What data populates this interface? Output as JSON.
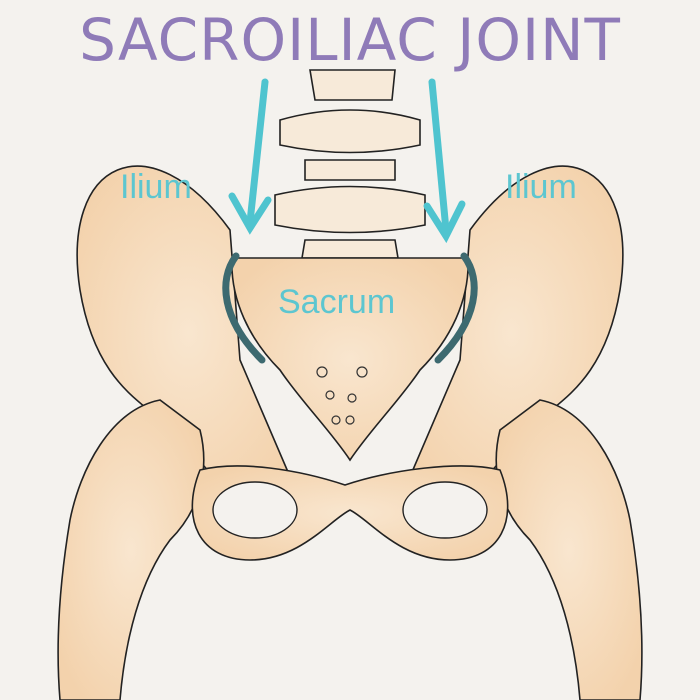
{
  "title": "SACROILIAC JOINT",
  "labels": {
    "ilium_left": "Ilium",
    "ilium_right": "Ilium",
    "sacrum": "Sacrum"
  },
  "colors": {
    "title": "#8f7bb8",
    "labels": "#5dc6d0",
    "arrows": "#4fc4cf",
    "joint": "#3d6a70",
    "bone_fill": "#f6dcbd",
    "background": "#f4f2ee"
  }
}
